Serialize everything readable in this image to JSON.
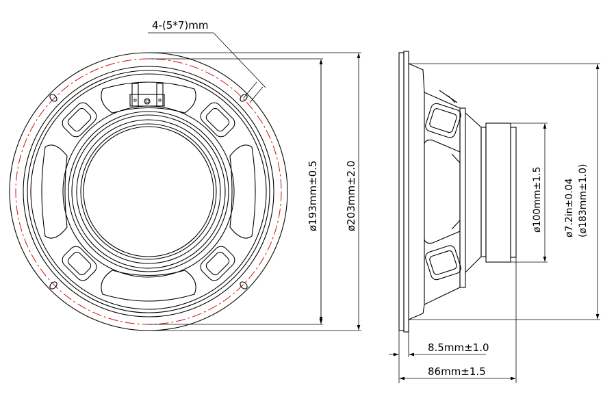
{
  "drawing": {
    "hole_label": "4-(5*7)mm",
    "front_view": {
      "dim_bolt_circle": "ø193mm±0.5",
      "dim_outer": "ø203mm±2.0"
    },
    "side_view": {
      "dim_magnet": "ø100mm±1.5",
      "dim_cutout_in": "ø7.2in±0.04",
      "dim_cutout_mm": "(ø183mm±1.0)",
      "dim_flange": "8.5mm±1.0",
      "dim_depth": "86mm±1.5"
    },
    "colors": {
      "line": "#000000",
      "bolt_circle": "#d01010"
    }
  }
}
